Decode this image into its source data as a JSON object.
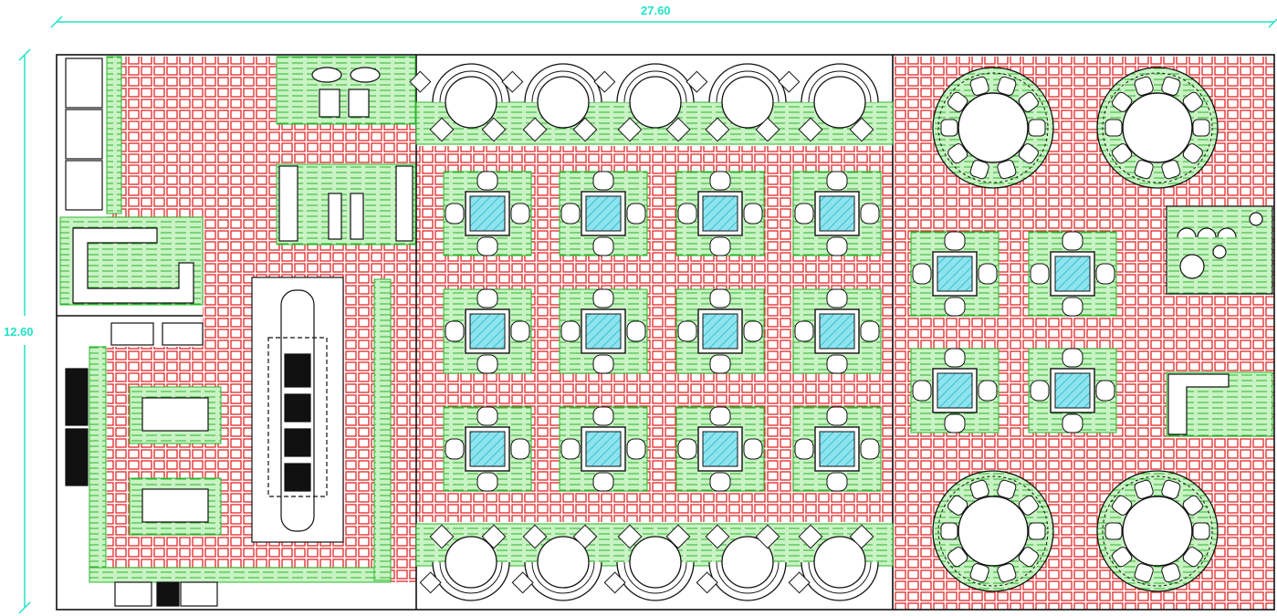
{
  "dimensions": {
    "width_label": "27.60",
    "height_label": "12.60"
  },
  "colors": {
    "dimension": "#22e3c8",
    "tile_grid": "#e32727",
    "hatch": "#2ab52a",
    "hatch_fill": "#c9f3c4",
    "glass": "#8fe3ef",
    "glass_stripe": "#17b8c8",
    "outline": "#111111"
  },
  "floor_plan": {
    "layout_rows": 3,
    "layout_cols": 4,
    "booth_count_top": 5,
    "booth_count_bottom": 5,
    "round_table_count": 4,
    "right_square_table_count": 4
  }
}
